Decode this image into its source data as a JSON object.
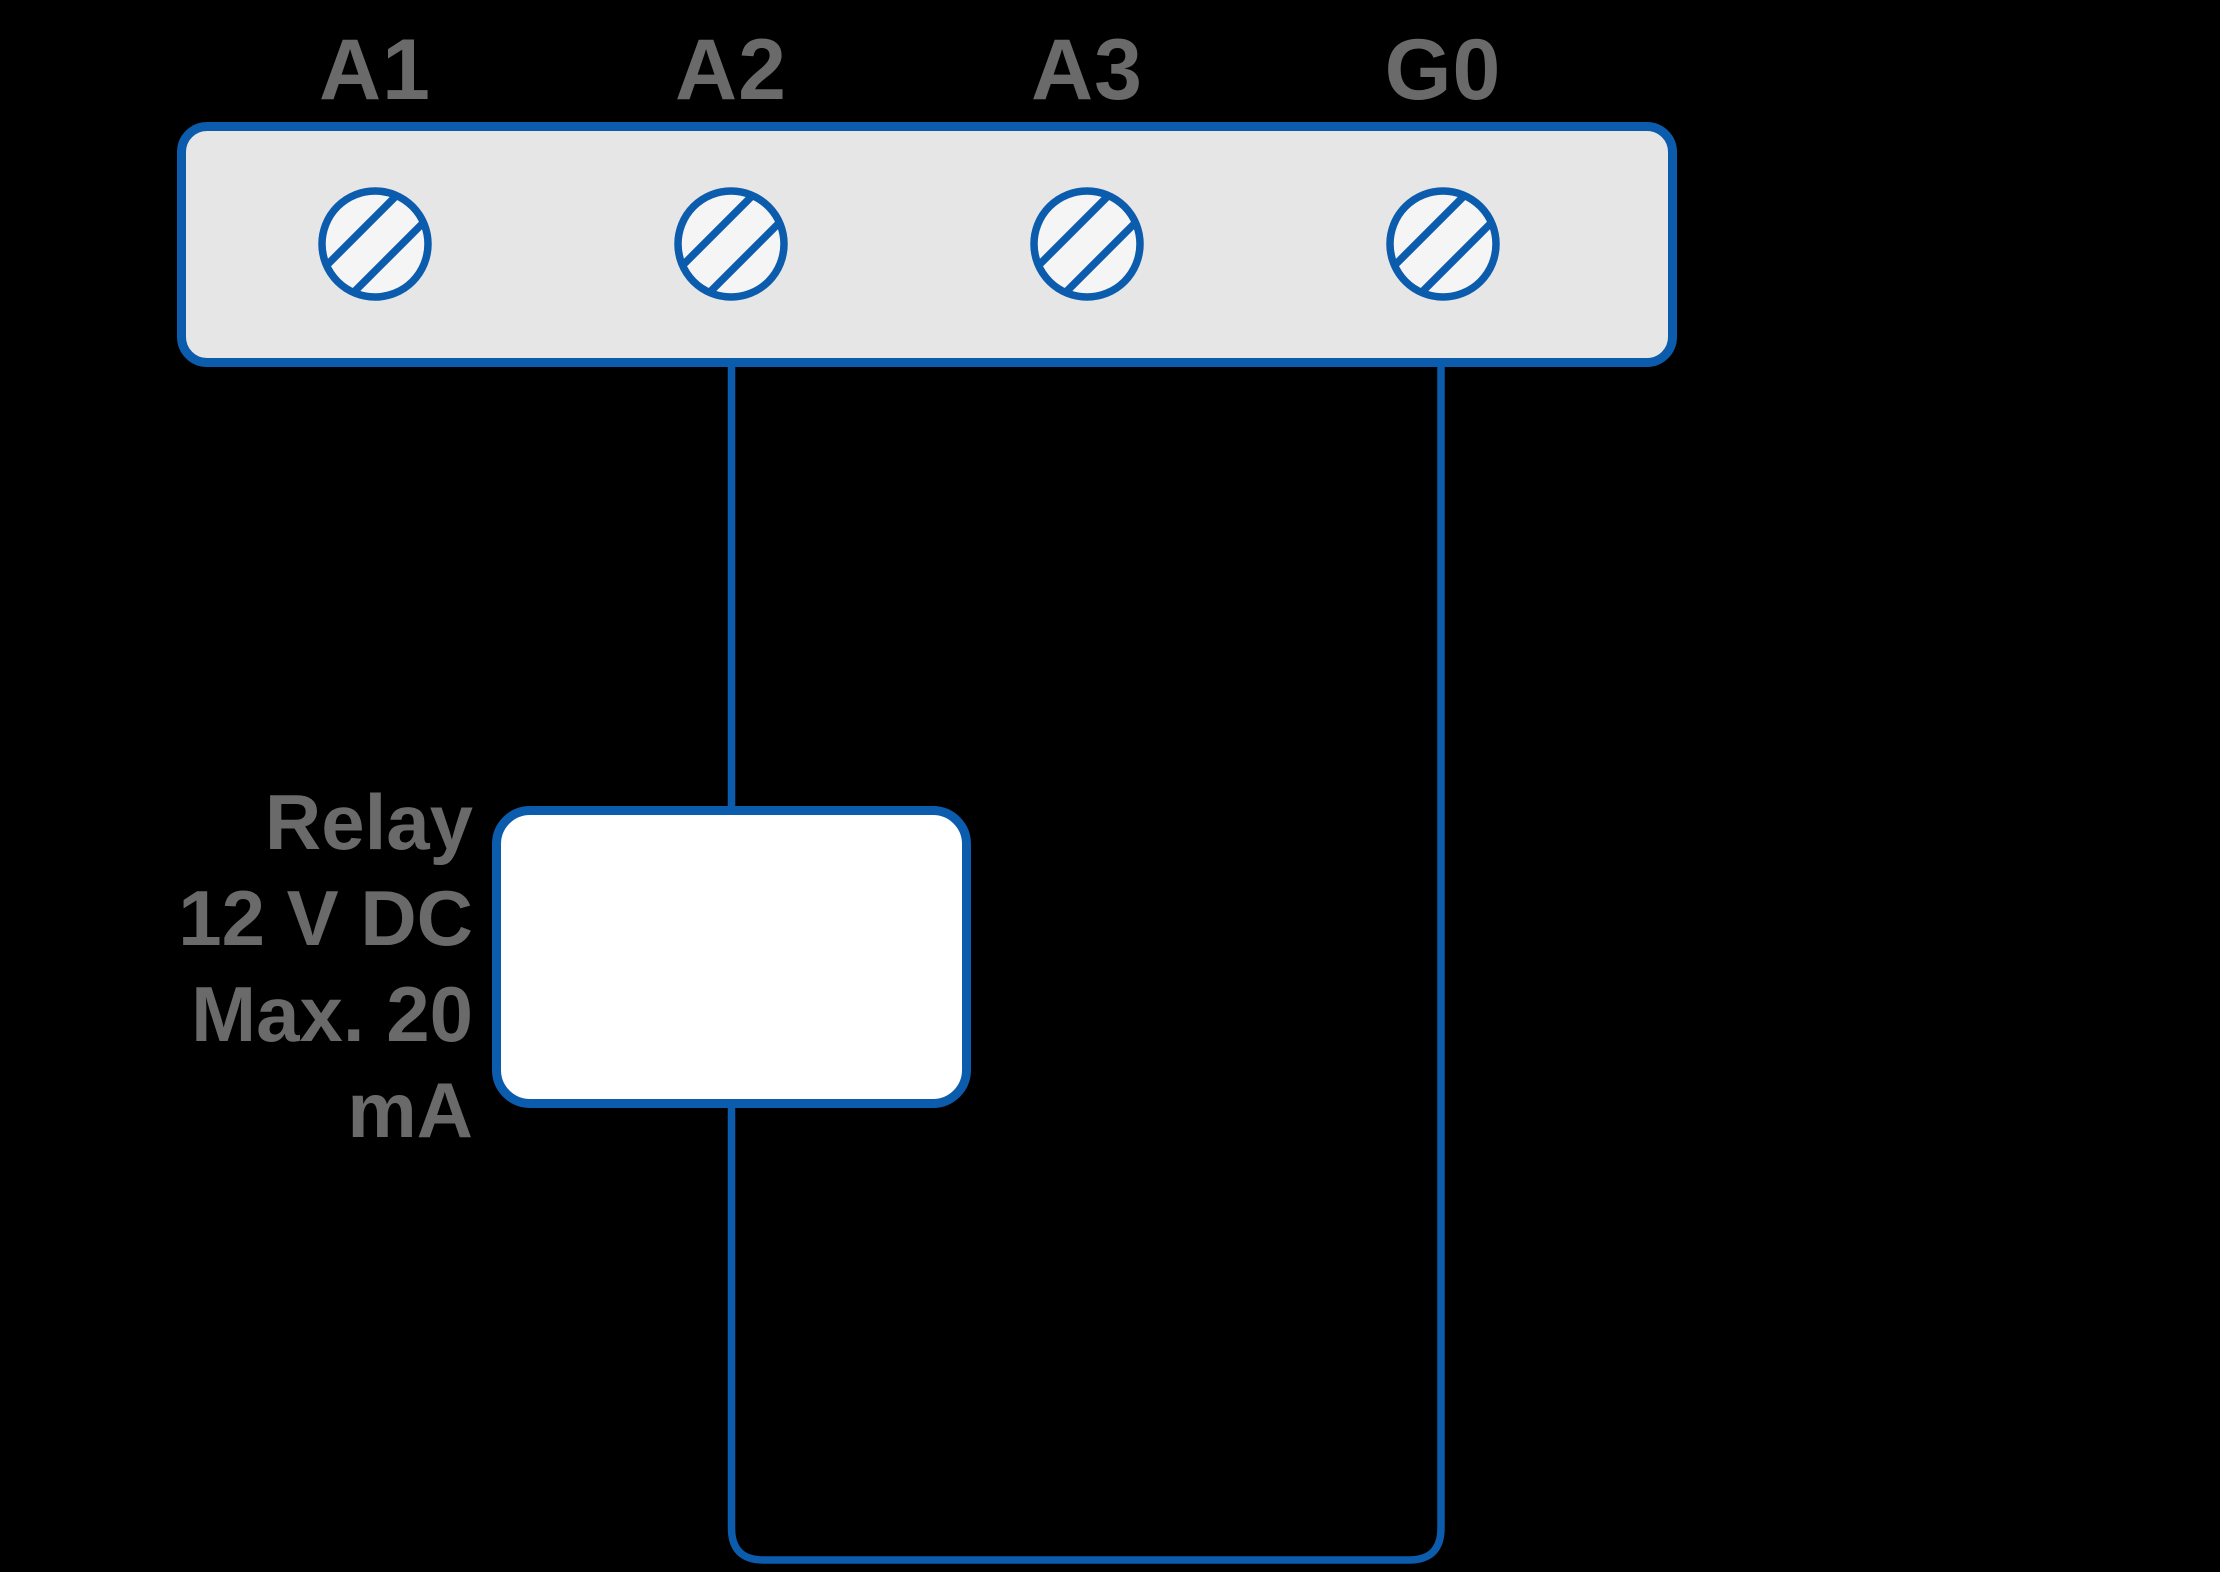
{
  "diagram": {
    "title": "relay-terminal-wiring-diagram",
    "terminals": [
      {
        "label": "A1",
        "icon": "screw-terminal-icon",
        "connected": false
      },
      {
        "label": "A2",
        "icon": "screw-terminal-icon",
        "connected": true
      },
      {
        "label": "A3",
        "icon": "screw-terminal-icon",
        "connected": false
      },
      {
        "label": "G0",
        "icon": "screw-terminal-icon",
        "connected": true
      }
    ],
    "relay_note": "Relay\n12 V DC\nMax. 20\nmA",
    "connections": [
      {
        "from": "A2",
        "to": "relay-box"
      },
      {
        "from": "relay-box",
        "to": "G0"
      }
    ],
    "colors": {
      "background": "#000000",
      "wire_blue": "#0c5cad",
      "terminal_block_fill": "#e6e6e6",
      "screw_fill": "#f5f5f5",
      "relay_box_fill": "#ffffff",
      "label_gray": "#6a6a6a"
    }
  }
}
